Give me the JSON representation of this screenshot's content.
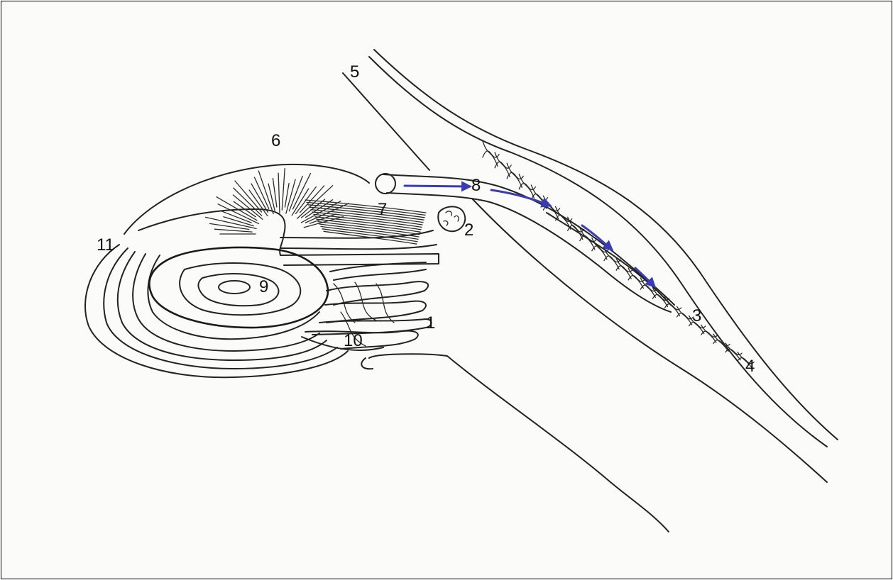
{
  "labels": {
    "l1": "1",
    "l2": "2",
    "l3": "3",
    "l4": "4",
    "l5": "5",
    "l6": "6",
    "l7": "7",
    "l8": "8",
    "l9": "9",
    "l10": "10",
    "l11": "11"
  },
  "colors": {
    "ink": "#222222",
    "flow_arrows": "#3a3db0",
    "background": "#fbfbf9",
    "border": "#000000"
  }
}
